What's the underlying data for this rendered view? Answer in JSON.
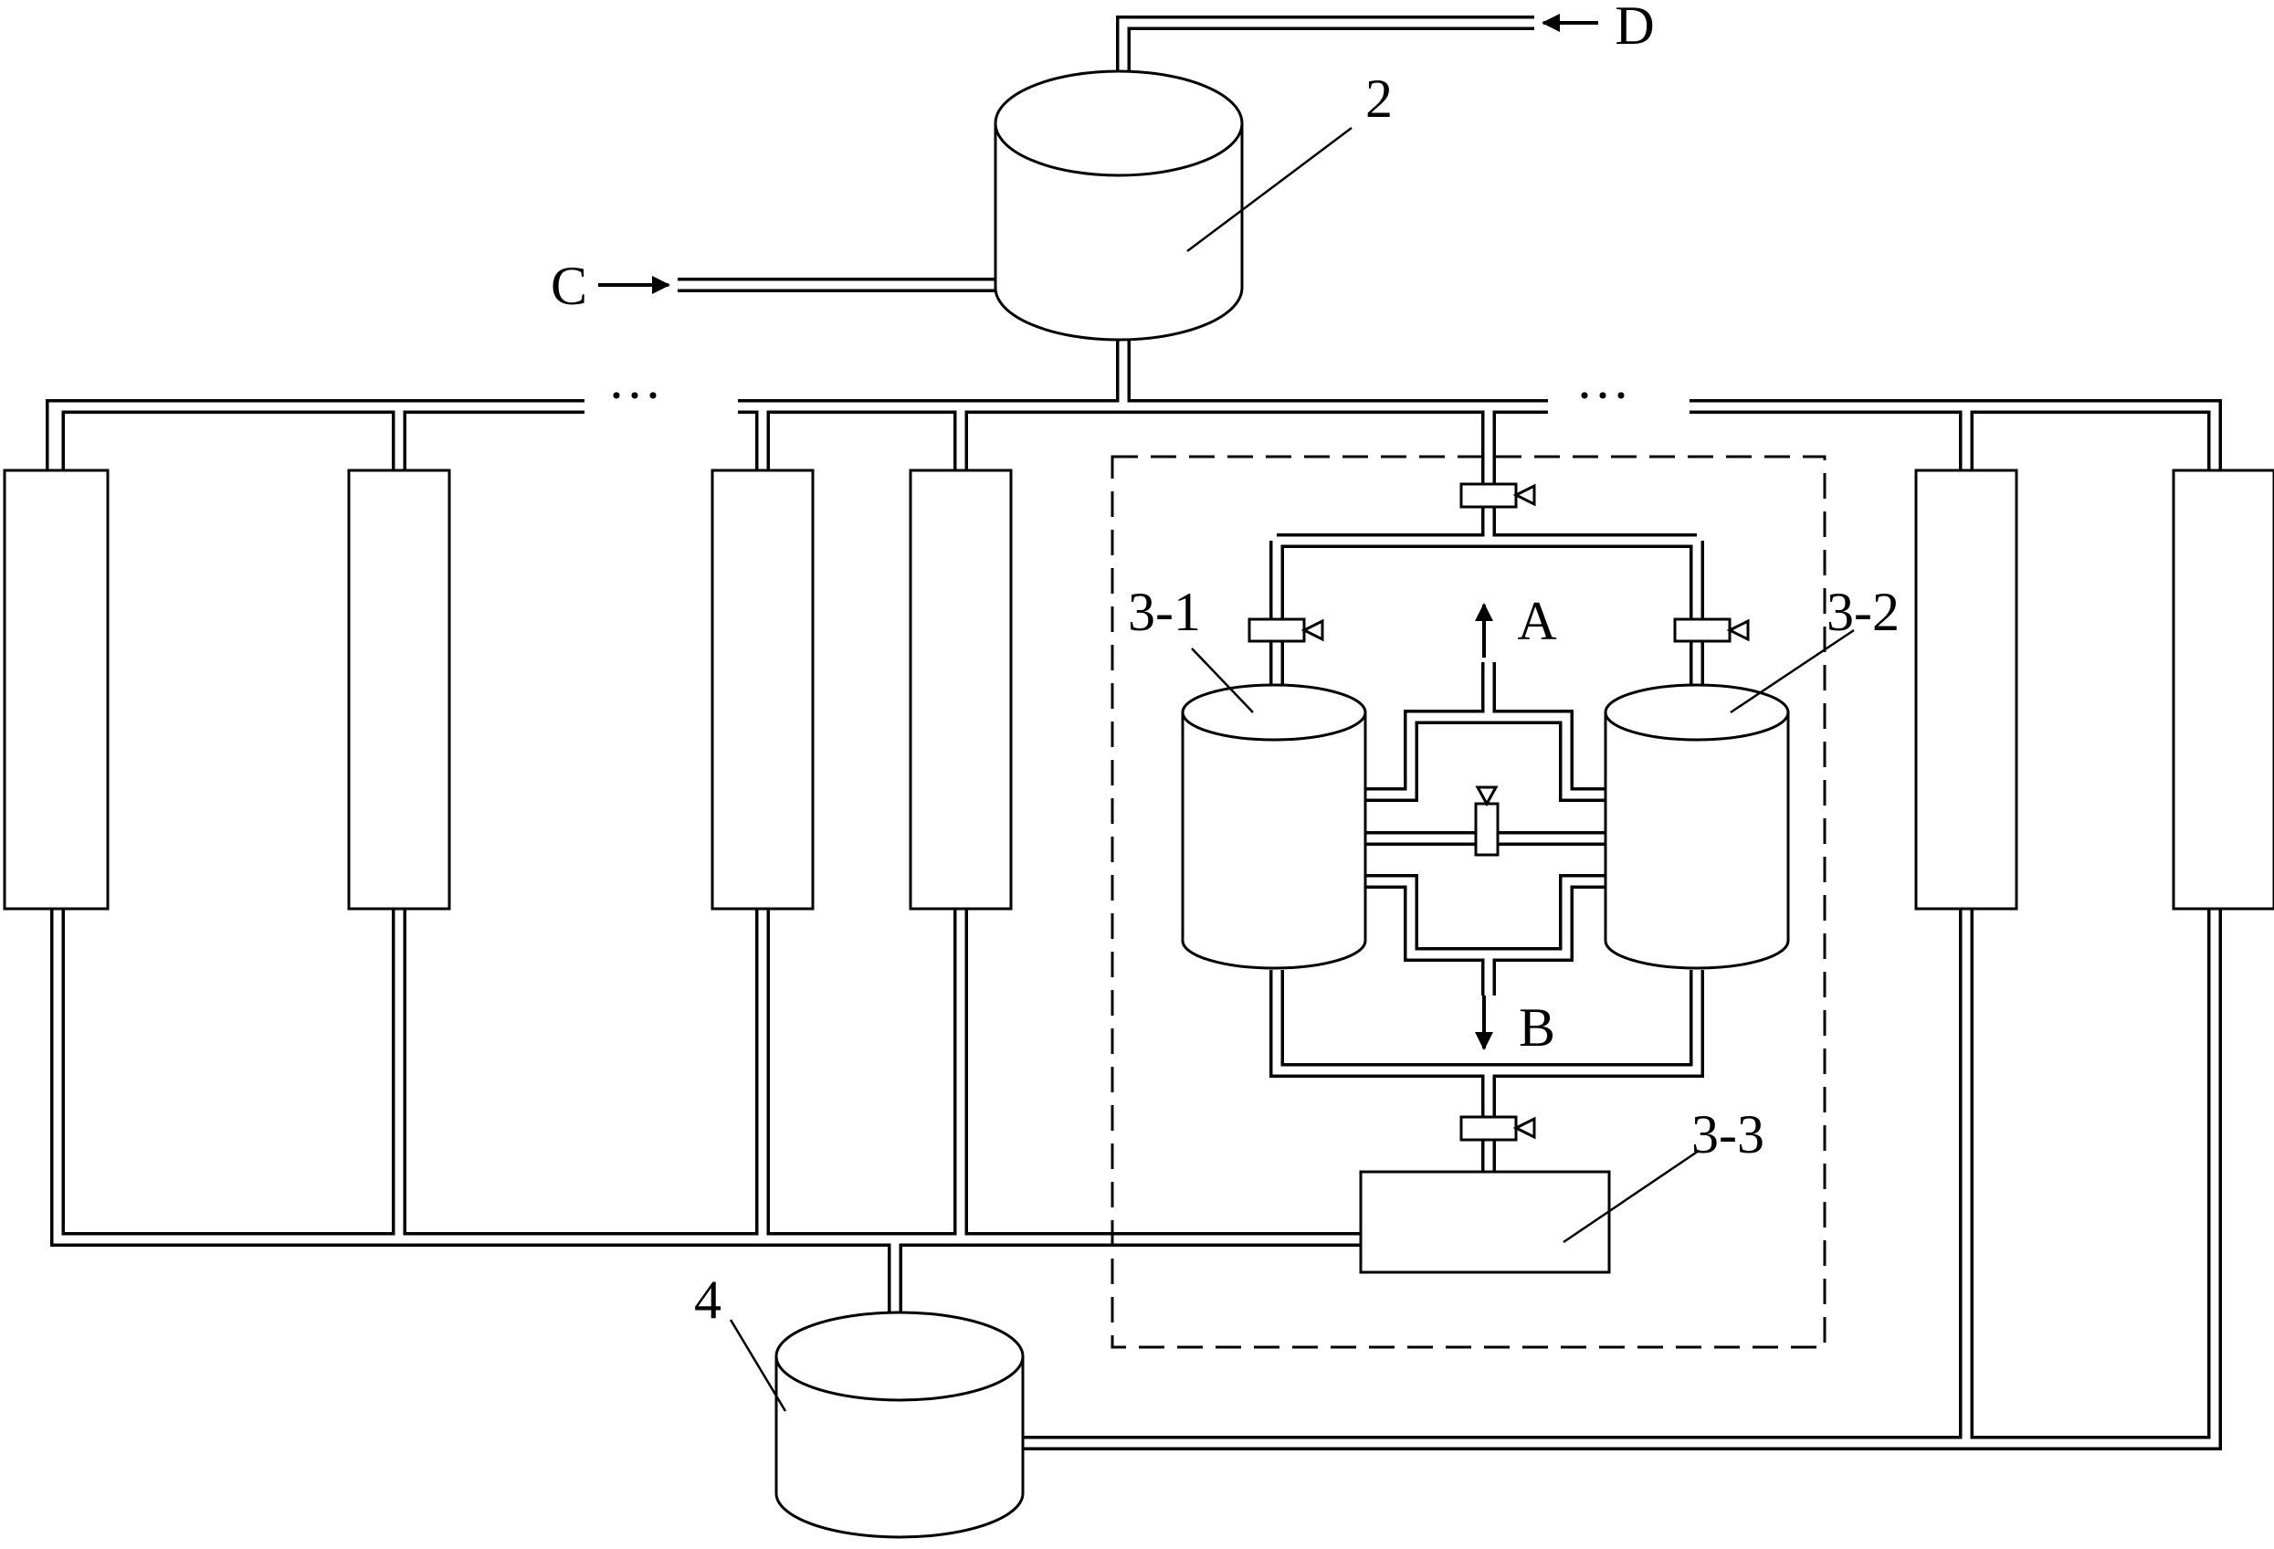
{
  "labels": {
    "feed_tank": "2",
    "left_vessel": "3-1",
    "right_vessel": "3-2",
    "lower_box": "3-3",
    "collection_tank": "4",
    "stream_a": "A",
    "stream_b": "B",
    "stream_c": "C",
    "stream_d": "D"
  },
  "ellipsis": "···"
}
